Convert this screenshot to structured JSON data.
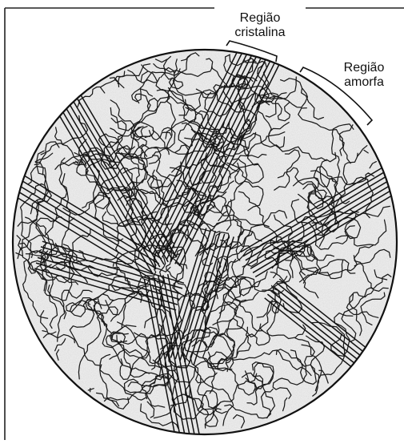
{
  "labels": {
    "crystalline_line1": "Região",
    "crystalline_line2": "cristalina",
    "amorphous_line1": "Região",
    "amorphous_line2": "amorfa"
  },
  "colors": {
    "background": "#ffffff",
    "sphere_fill": "#f3f3f3",
    "chain_stroke": "#1a1a1a",
    "frame": "#222222"
  }
}
